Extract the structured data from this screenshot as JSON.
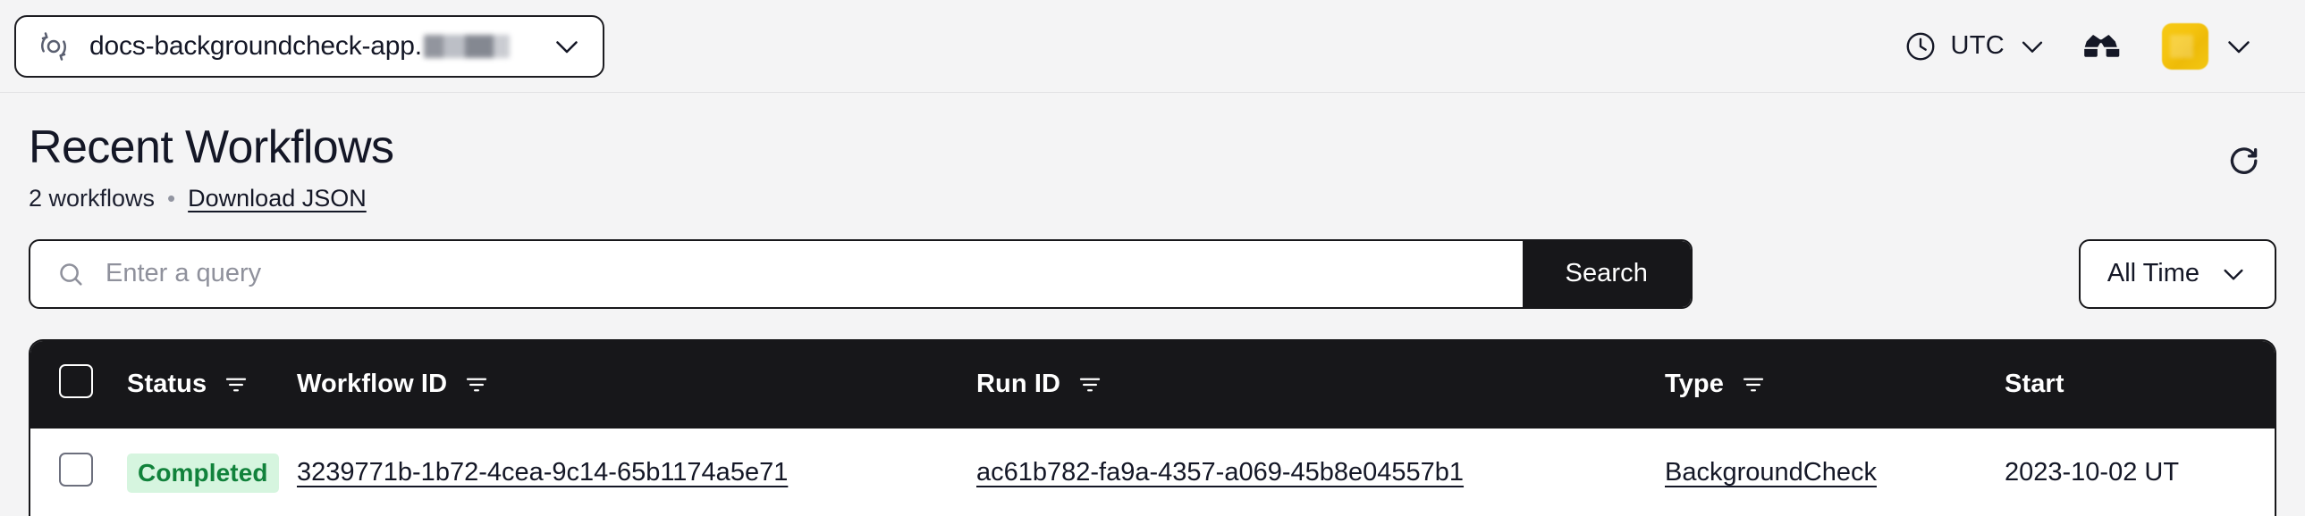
{
  "topbar": {
    "namespace": {
      "icon": "namespace-cycle-icon",
      "label": "docs-backgroundcheck-app.",
      "redacted_suffix": true,
      "caret": "chevron-down-icon"
    },
    "timezone": {
      "icon": "clock-icon",
      "label": "UTC",
      "caret": "chevron-down-icon"
    },
    "glasses_icon": "glasses-icon",
    "avatar": {
      "icon": "avatar",
      "color": "#f5c40f",
      "caret": "chevron-down-icon"
    }
  },
  "page": {
    "title": "Recent Workflows",
    "count_label": "2 workflows",
    "separator": "•",
    "download_label": "Download JSON",
    "refresh_icon": "refresh-icon"
  },
  "search": {
    "icon": "search-icon",
    "placeholder": "Enter a query",
    "value": "",
    "button_label": "Search",
    "time_filter": {
      "label": "All Time",
      "caret": "chevron-down-icon"
    }
  },
  "table": {
    "columns": [
      {
        "key": "check",
        "label": "",
        "filter": false
      },
      {
        "key": "status",
        "label": "Status",
        "filter": true
      },
      {
        "key": "wfid",
        "label": "Workflow ID",
        "filter": true
      },
      {
        "key": "runid",
        "label": "Run ID",
        "filter": true
      },
      {
        "key": "type",
        "label": "Type",
        "filter": true
      },
      {
        "key": "start",
        "label": "Start",
        "filter": false
      }
    ],
    "rows": [
      {
        "status": "Completed",
        "status_color": "#11823b",
        "status_bg": "#d6f5df",
        "workflow_id": "3239771b-1b72-4cea-9c14-65b1174a5e71",
        "run_id": "ac61b782-fa9a-4357-a069-45b8e04557b1",
        "type": "BackgroundCheck",
        "start": "2023-10-02 UT"
      }
    ]
  },
  "colors": {
    "page_bg": "#f4f4f5",
    "ink": "#141726",
    "table_header_bg": "#17171a",
    "accent_yellow": "#f5c40f",
    "success_green": "#11823b"
  }
}
